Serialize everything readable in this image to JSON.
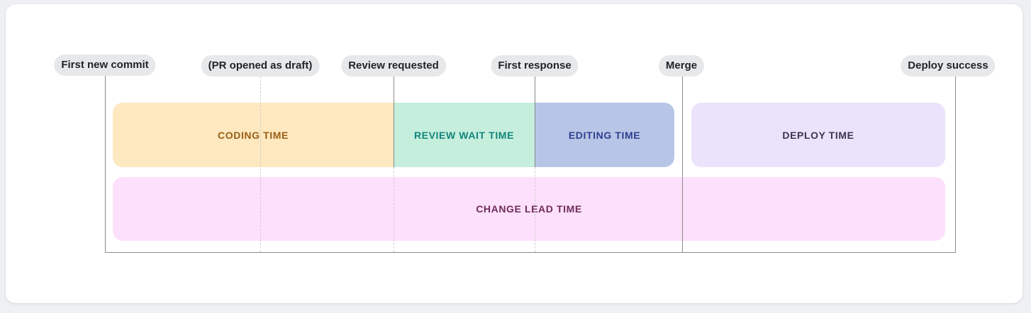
{
  "milestones": {
    "first_new_commit": "First new commit",
    "pr_opened_draft": "(PR opened as draft)",
    "review_requested": "Review requested",
    "first_response": "First response",
    "merge": "Merge",
    "deploy_success": "Deploy success"
  },
  "segments": {
    "coding": {
      "label": "CODING TIME",
      "bg": "#fde8bf",
      "color": "#9a5f17"
    },
    "review_wait": {
      "label": "REVIEW WAIT TIME",
      "bg": "#c5eedd",
      "color": "#12857a"
    },
    "editing": {
      "label": "EDITING TIME",
      "bg": "#b7c6e6",
      "color": "#2f3f8f"
    },
    "deploy": {
      "label": "DEPLOY TIME",
      "bg": "#ebe2fb",
      "color": "#3a3550"
    },
    "change_lead": {
      "label": "CHANGE LEAD TIME",
      "bg": "#fde0fb",
      "color": "#6e2c5c"
    }
  }
}
